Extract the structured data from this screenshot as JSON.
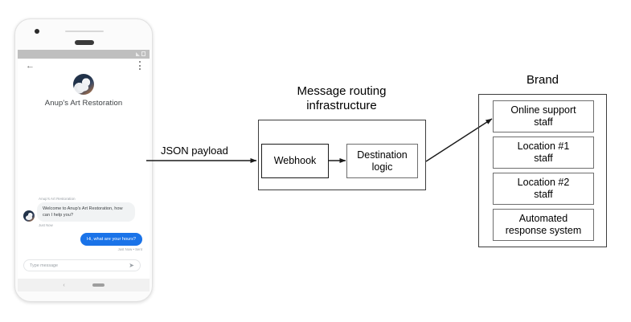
{
  "phone": {
    "status_bar": {
      "signal_icon": "signal-triangle-icon",
      "battery_icon": "battery-icon"
    },
    "app_bar": {
      "back_icon": "back-arrow-icon",
      "overflow_icon": "overflow-menu-icon"
    },
    "brand_name": "Anup's Art Restoration",
    "avatar_icon": "brand-avatar-image",
    "messages": [
      {
        "sender": "Anup's Art Restoration",
        "text": "Welcome to Anup's Art Restoration, how can I help you?",
        "time": "Just Now",
        "direction": "incoming"
      },
      {
        "text": "Hi, what are your hours?",
        "time": "Just Now • Sent",
        "direction": "outgoing"
      }
    ],
    "composer": {
      "placeholder": "Type message",
      "send_icon": "send-icon"
    },
    "nav_bar": {
      "back_icon": "nav-back-icon",
      "home_icon": "nav-home-pill-icon"
    }
  },
  "diagram": {
    "payload_label": "JSON payload",
    "routing": {
      "title_line1": "Message routing",
      "title_line2": "infrastructure",
      "webhook_label": "Webhook",
      "destination_label_line1": "Destination",
      "destination_label_line2": "logic"
    },
    "brand": {
      "title": "Brand",
      "recipients": [
        {
          "line1": "Online support",
          "line2": "staff"
        },
        {
          "line1": "Location #1",
          "line2": "staff"
        },
        {
          "line1": "Location #2",
          "line2": "staff"
        },
        {
          "line1": "Automated",
          "line2": "response system"
        }
      ]
    }
  },
  "colors": {
    "outgoing_bubble": "#1a73e8",
    "incoming_bubble": "#f1f3f4",
    "stroke": "#3d3d3d",
    "box_border": "#6e6e6e",
    "text": "#000000",
    "muted_text": "#9aa0a6"
  }
}
